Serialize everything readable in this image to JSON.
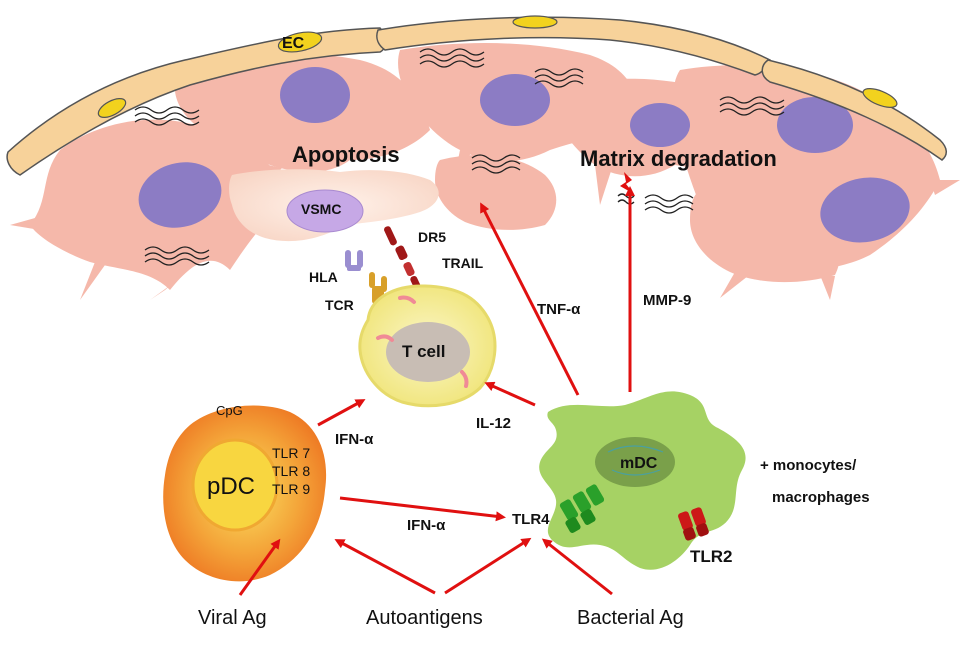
{
  "labels": {
    "ec": "EC",
    "apoptosis": "Apoptosis",
    "matrix_degradation": "Matrix degradation",
    "vsmc": "VSMC",
    "dr5": "DR5",
    "trail": "TRAIL",
    "hla": "HLA",
    "tcr": "TCR",
    "t_cell": "T cell",
    "tnf_alpha": "TNF-α",
    "mmp9": "MMP-9",
    "il12": "IL-12",
    "ifn_alpha_1": "IFN-α",
    "ifn_alpha_2": "IFN-α",
    "cpg": "CpG",
    "pdc": "pDC",
    "tlr7": "TLR 7",
    "tlr8": "TLR 8",
    "tlr9": "TLR 9",
    "tlr4": "TLR4",
    "tlr2": "TLR2",
    "mdc": "mDC",
    "monocytes": "+ monocytes/",
    "macrophages": "macrophages",
    "viral_ag": "Viral Ag",
    "autoantigens": "Autoantigens",
    "bacterial_ag": "Bacterial Ag"
  },
  "colors": {
    "arrow": "#e01010",
    "smooth_muscle": "#f5b8aa",
    "nucleus": "#8c7cc4",
    "endothelium": "#f7d29a",
    "ec_nucleus": "#f2d21e",
    "tcell": "#f6ef9a",
    "pdc_outer": "#f2a030",
    "pdc_inner": "#f7d23a",
    "mdc": "#a6d264",
    "tlr4_receptor": "#2aa02a",
    "tlr2_receptor": "#cc1818"
  }
}
